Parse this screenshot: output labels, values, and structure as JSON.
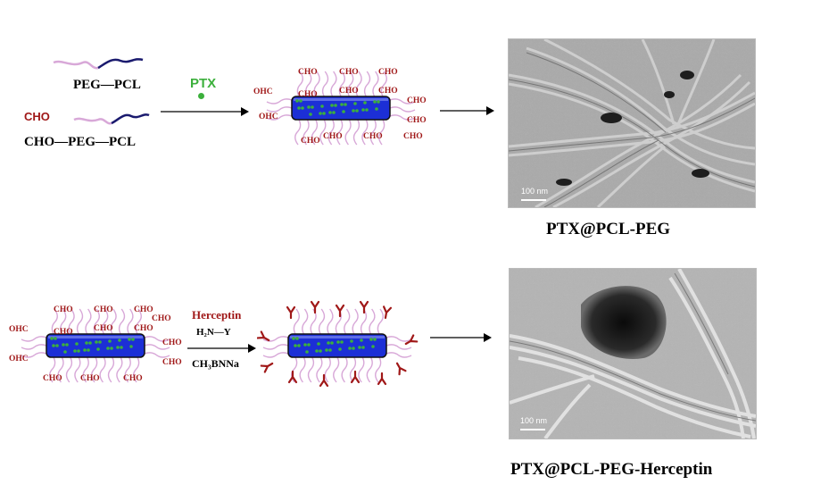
{
  "row1": {
    "polymer1_label": "PEG—PCL",
    "polymer2_label": "CHO—PEG—PCL",
    "cho_tag": "CHO",
    "drug_label": "PTX",
    "micelle_end_groups": [
      "CHO",
      "CHO",
      "CHO",
      "OHC",
      "CHO",
      "CHO",
      "CHO",
      "OHC",
      "CHO",
      "CHO",
      "CHO",
      "CHO",
      "CHO",
      "CHO"
    ],
    "tem_scale_label": "100 nm",
    "caption": "PTX@PCL-PEG"
  },
  "row2": {
    "micelle_end_groups": [
      "CHO",
      "CHO",
      "CHO",
      "CHO",
      "OHC",
      "CHO",
      "CHO",
      "CHO",
      "OHC",
      "CHO",
      "CHO",
      "CHO",
      "CHO",
      "CHO"
    ],
    "reagent1": "Herceptin",
    "reagent2": "H₂N—Y",
    "reagent3": "CH₃BNNa",
    "tem_scale_label": "100 nm",
    "caption": "PTX@PCL-PEG-Herceptin"
  },
  "colors": {
    "peg": "#d8a8d8",
    "pcl": "#1a1a6e",
    "core": "#1c2fd6",
    "drug": "#3cb03c",
    "cho": "#a01818",
    "antibody": "#a01818"
  }
}
